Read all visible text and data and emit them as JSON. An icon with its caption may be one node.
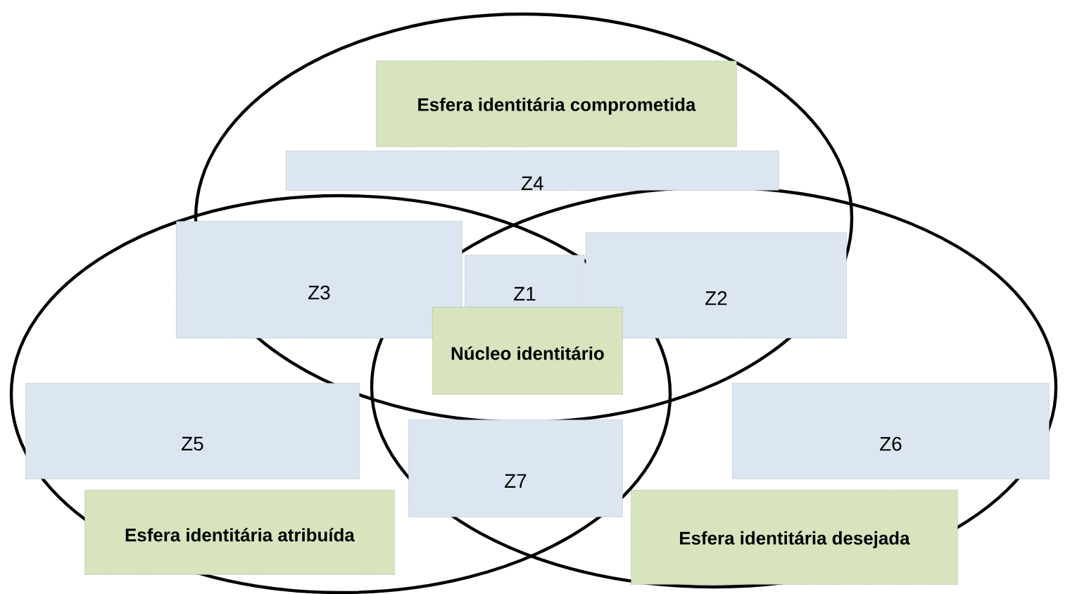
{
  "diagram": {
    "nodes": [
      {
        "text": [
          "Esfera identitária comprometida"
        ]
      },
      {
        "text": [
          "Z4"
        ]
      },
      {
        "text": [
          "Z3"
        ]
      },
      {
        "text": [
          "Z1"
        ]
      },
      {
        "text": [
          "Z2"
        ]
      },
      {
        "text": [
          "Núcleo identitário"
        ]
      },
      {
        "text": [
          "Z5"
        ]
      },
      {
        "text": [
          "Z6"
        ]
      },
      {
        "text": [
          "Z7"
        ]
      },
      {
        "text": [
          "Esfera identitária atribuída"
        ]
      },
      {
        "text": [
          "Esfera identitária desejada"
        ]
      }
    ]
  }
}
